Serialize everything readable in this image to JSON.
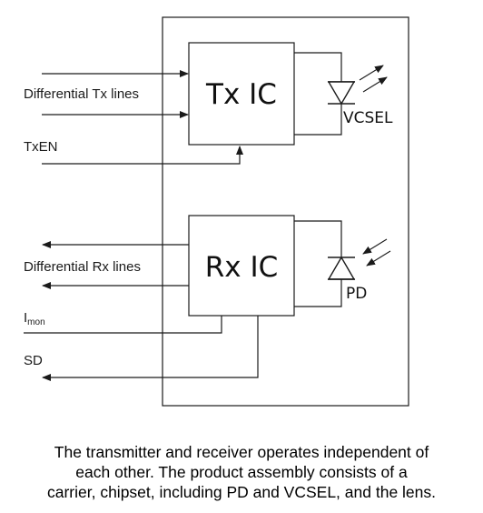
{
  "diagram": {
    "tx_ic_label": "Tx IC",
    "rx_ic_label": "Rx IC",
    "vcsel_label": "VCSEL",
    "pd_label": "PD",
    "inputs": {
      "differential_tx_lines": "Differential Tx lines",
      "txen": "TxEN"
    },
    "outputs": {
      "differential_rx_lines": "Differential Rx lines",
      "imon_main": "I",
      "imon_sub": "mon",
      "sd": "SD"
    }
  },
  "caption": {
    "line1": "The transmitter and receiver operates independent of",
    "line2": "each other. The product assembly consists of a",
    "line3": "carrier, chipset, including PD and VCSEL, and the lens."
  }
}
